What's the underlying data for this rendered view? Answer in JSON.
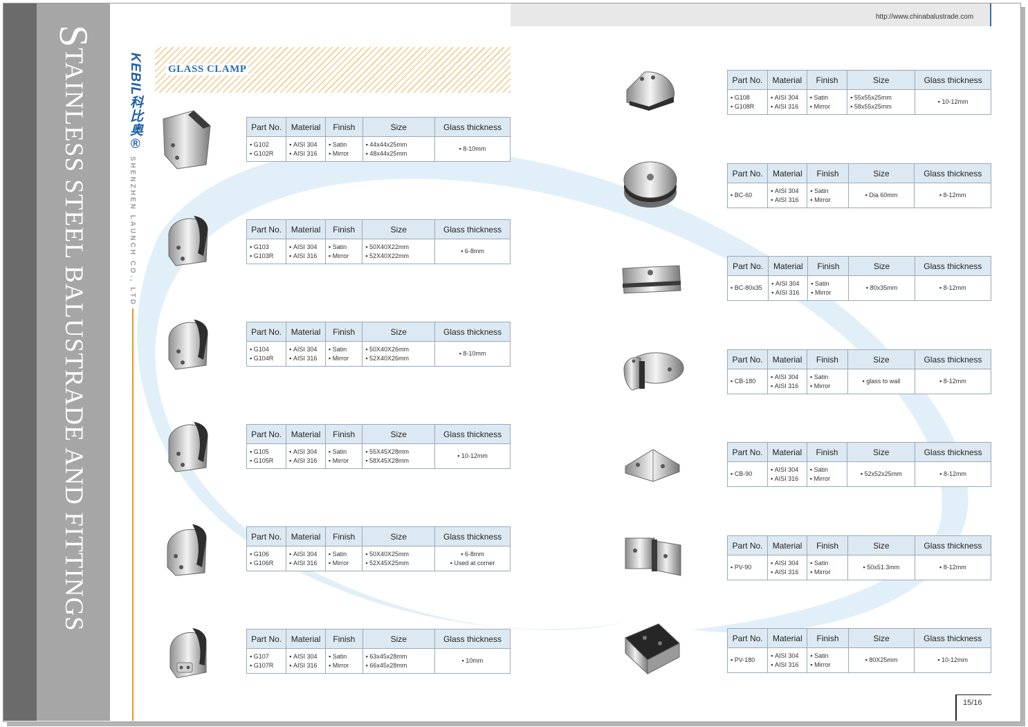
{
  "header": {
    "url": "http://www.chinabalustrade.com"
  },
  "sidebar": {
    "title_initial": "S",
    "title_rest": "TAINLESS STEEL BALUSTRADE AND FITTINGS",
    "logo_text": "KEBIL科比奥®",
    "company": "SHENZHEN LAUNCH CO., LTD"
  },
  "section_title": "GLASS CLAMP",
  "table_headers": [
    "Part No.",
    "Material",
    "Finish",
    "Size",
    "Glass thickness"
  ],
  "left_products": [
    {
      "part": [
        "G102",
        "G102R"
      ],
      "material": [
        "AISI 304",
        "AISI 316"
      ],
      "finish": [
        "Satin",
        "Mirror"
      ],
      "size": [
        "44x44x25mm",
        "48x44x25mm"
      ],
      "glass": [
        "8-10mm"
      ]
    },
    {
      "part": [
        "G103",
        "G103R"
      ],
      "material": [
        "AISI 304",
        "AISI 316"
      ],
      "finish": [
        "Satin",
        "Mirror"
      ],
      "size": [
        "50X40X22mm",
        "52X40X22mm"
      ],
      "glass": [
        "6-8mm"
      ]
    },
    {
      "part": [
        "G104",
        "G104R"
      ],
      "material": [
        "AISI 304",
        "AISI 316"
      ],
      "finish": [
        "Satin",
        "Mirror"
      ],
      "size": [
        "50X40X26mm",
        "52X40X26mm"
      ],
      "glass": [
        "8-10mm"
      ]
    },
    {
      "part": [
        "G105",
        "G105R"
      ],
      "material": [
        "AISI 304",
        "AISI 316"
      ],
      "finish": [
        "Satin",
        "Mirror"
      ],
      "size": [
        "55X45X28mm",
        "58X45X28mm"
      ],
      "glass": [
        "10-12mm"
      ]
    },
    {
      "part": [
        "G106",
        "G106R"
      ],
      "material": [
        "AISI 304",
        "AISI 316"
      ],
      "finish": [
        "Satin",
        "Mirror"
      ],
      "size": [
        "50X40X25mm",
        "52X45X25mm"
      ],
      "glass": [
        "6-8mm",
        "Used at corner"
      ]
    },
    {
      "part": [
        "G107",
        "G107R"
      ],
      "material": [
        "AISI 304",
        "AISI 316"
      ],
      "finish": [
        "Satin",
        "Mirror"
      ],
      "size": [
        "63x45x28mm",
        "66x45x28mm"
      ],
      "glass": [
        "10mm"
      ]
    }
  ],
  "right_products": [
    {
      "part": [
        "G108",
        "G108R"
      ],
      "material": [
        "AISI 304",
        "AISI 316"
      ],
      "finish": [
        "Satin",
        "Mirror"
      ],
      "size": [
        "55x55x25mm",
        "58x55x25mm"
      ],
      "glass": [
        "10-12mm"
      ]
    },
    {
      "part": [
        "BC-60"
      ],
      "material": [
        "AISI 304",
        "AISI 316"
      ],
      "finish": [
        "Satin",
        "Mirror"
      ],
      "size": [
        "Dia 60mm"
      ],
      "glass": [
        "8-12mm"
      ]
    },
    {
      "part": [
        "BC-80x35"
      ],
      "material": [
        "AISI 304",
        "AISI 316"
      ],
      "finish": [
        "Satin",
        "Mirror"
      ],
      "size": [
        "80x35mm"
      ],
      "glass": [
        "8-12mm"
      ]
    },
    {
      "part": [
        "CB-180"
      ],
      "material": [
        "AISI 304",
        "AISI 316"
      ],
      "finish": [
        "Satin",
        "Mirror"
      ],
      "size": [
        "glass to wall"
      ],
      "glass": [
        "8-12mm"
      ]
    },
    {
      "part": [
        "CB-90"
      ],
      "material": [
        "AISI 304",
        "AISI 316"
      ],
      "finish": [
        "Satin",
        "Mirror"
      ],
      "size": [
        "52x52x25mm"
      ],
      "glass": [
        "8-12mm"
      ]
    },
    {
      "part": [
        "PV-90"
      ],
      "material": [
        "AISI 304",
        "AISI 316"
      ],
      "finish": [
        "Satin",
        "Mirror"
      ],
      "size": [
        "50x51.3mm"
      ],
      "glass": [
        "8-12mm"
      ]
    },
    {
      "part": [
        "PV-180"
      ],
      "material": [
        "AISI 304",
        "AISI 316"
      ],
      "finish": [
        "Satin",
        "Mirror"
      ],
      "size": [
        "80X25mm"
      ],
      "glass": [
        "10-12mm"
      ]
    }
  ],
  "page_number": "15/16",
  "colors": {
    "accent_blue": "#2a6db0",
    "header_fill": "#dde9f2",
    "orange": "#e6961e",
    "sidebar_dark": "#6b6b6b",
    "sidebar_light": "#a6a6a6"
  }
}
